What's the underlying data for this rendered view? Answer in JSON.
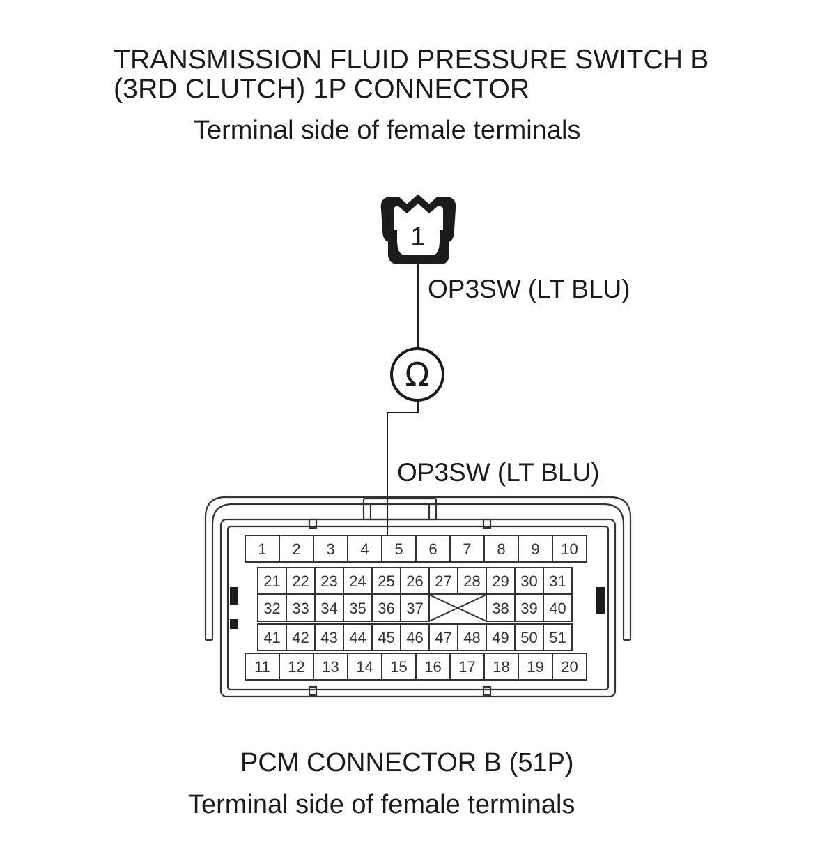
{
  "top_connector": {
    "title_line1": "TRANSMISSION FLUID PRESSURE SWITCH B",
    "title_line2": "(3RD CLUTCH) 1P CONNECTOR",
    "view_label": "Terminal side of female terminals",
    "terminal_number": "1"
  },
  "wires": {
    "upper_label": "OP3SW (LT BLU)",
    "lower_label": "OP3SW (LT BLU)"
  },
  "meter": {
    "symbol": "Ω"
  },
  "pcm_connector": {
    "title": "PCM CONNECTOR B (51P)",
    "view_label": "Terminal side of female terminals",
    "row1": [
      "1",
      "2",
      "3",
      "4",
      "5",
      "6",
      "7",
      "8",
      "9",
      "10"
    ],
    "row2": [
      "21",
      "22",
      "23",
      "24",
      "25",
      "26",
      "27",
      "28",
      "29",
      "30",
      "31"
    ],
    "row3_left": [
      "32",
      "33",
      "34",
      "35",
      "36",
      "37"
    ],
    "row3_right": [
      "38",
      "39",
      "40"
    ],
    "row4": [
      "41",
      "42",
      "43",
      "44",
      "45",
      "46",
      "47",
      "48",
      "49",
      "50",
      "51"
    ],
    "row5": [
      "11",
      "12",
      "13",
      "14",
      "15",
      "16",
      "17",
      "18",
      "19",
      "20"
    ],
    "probed_terminal": "5"
  }
}
